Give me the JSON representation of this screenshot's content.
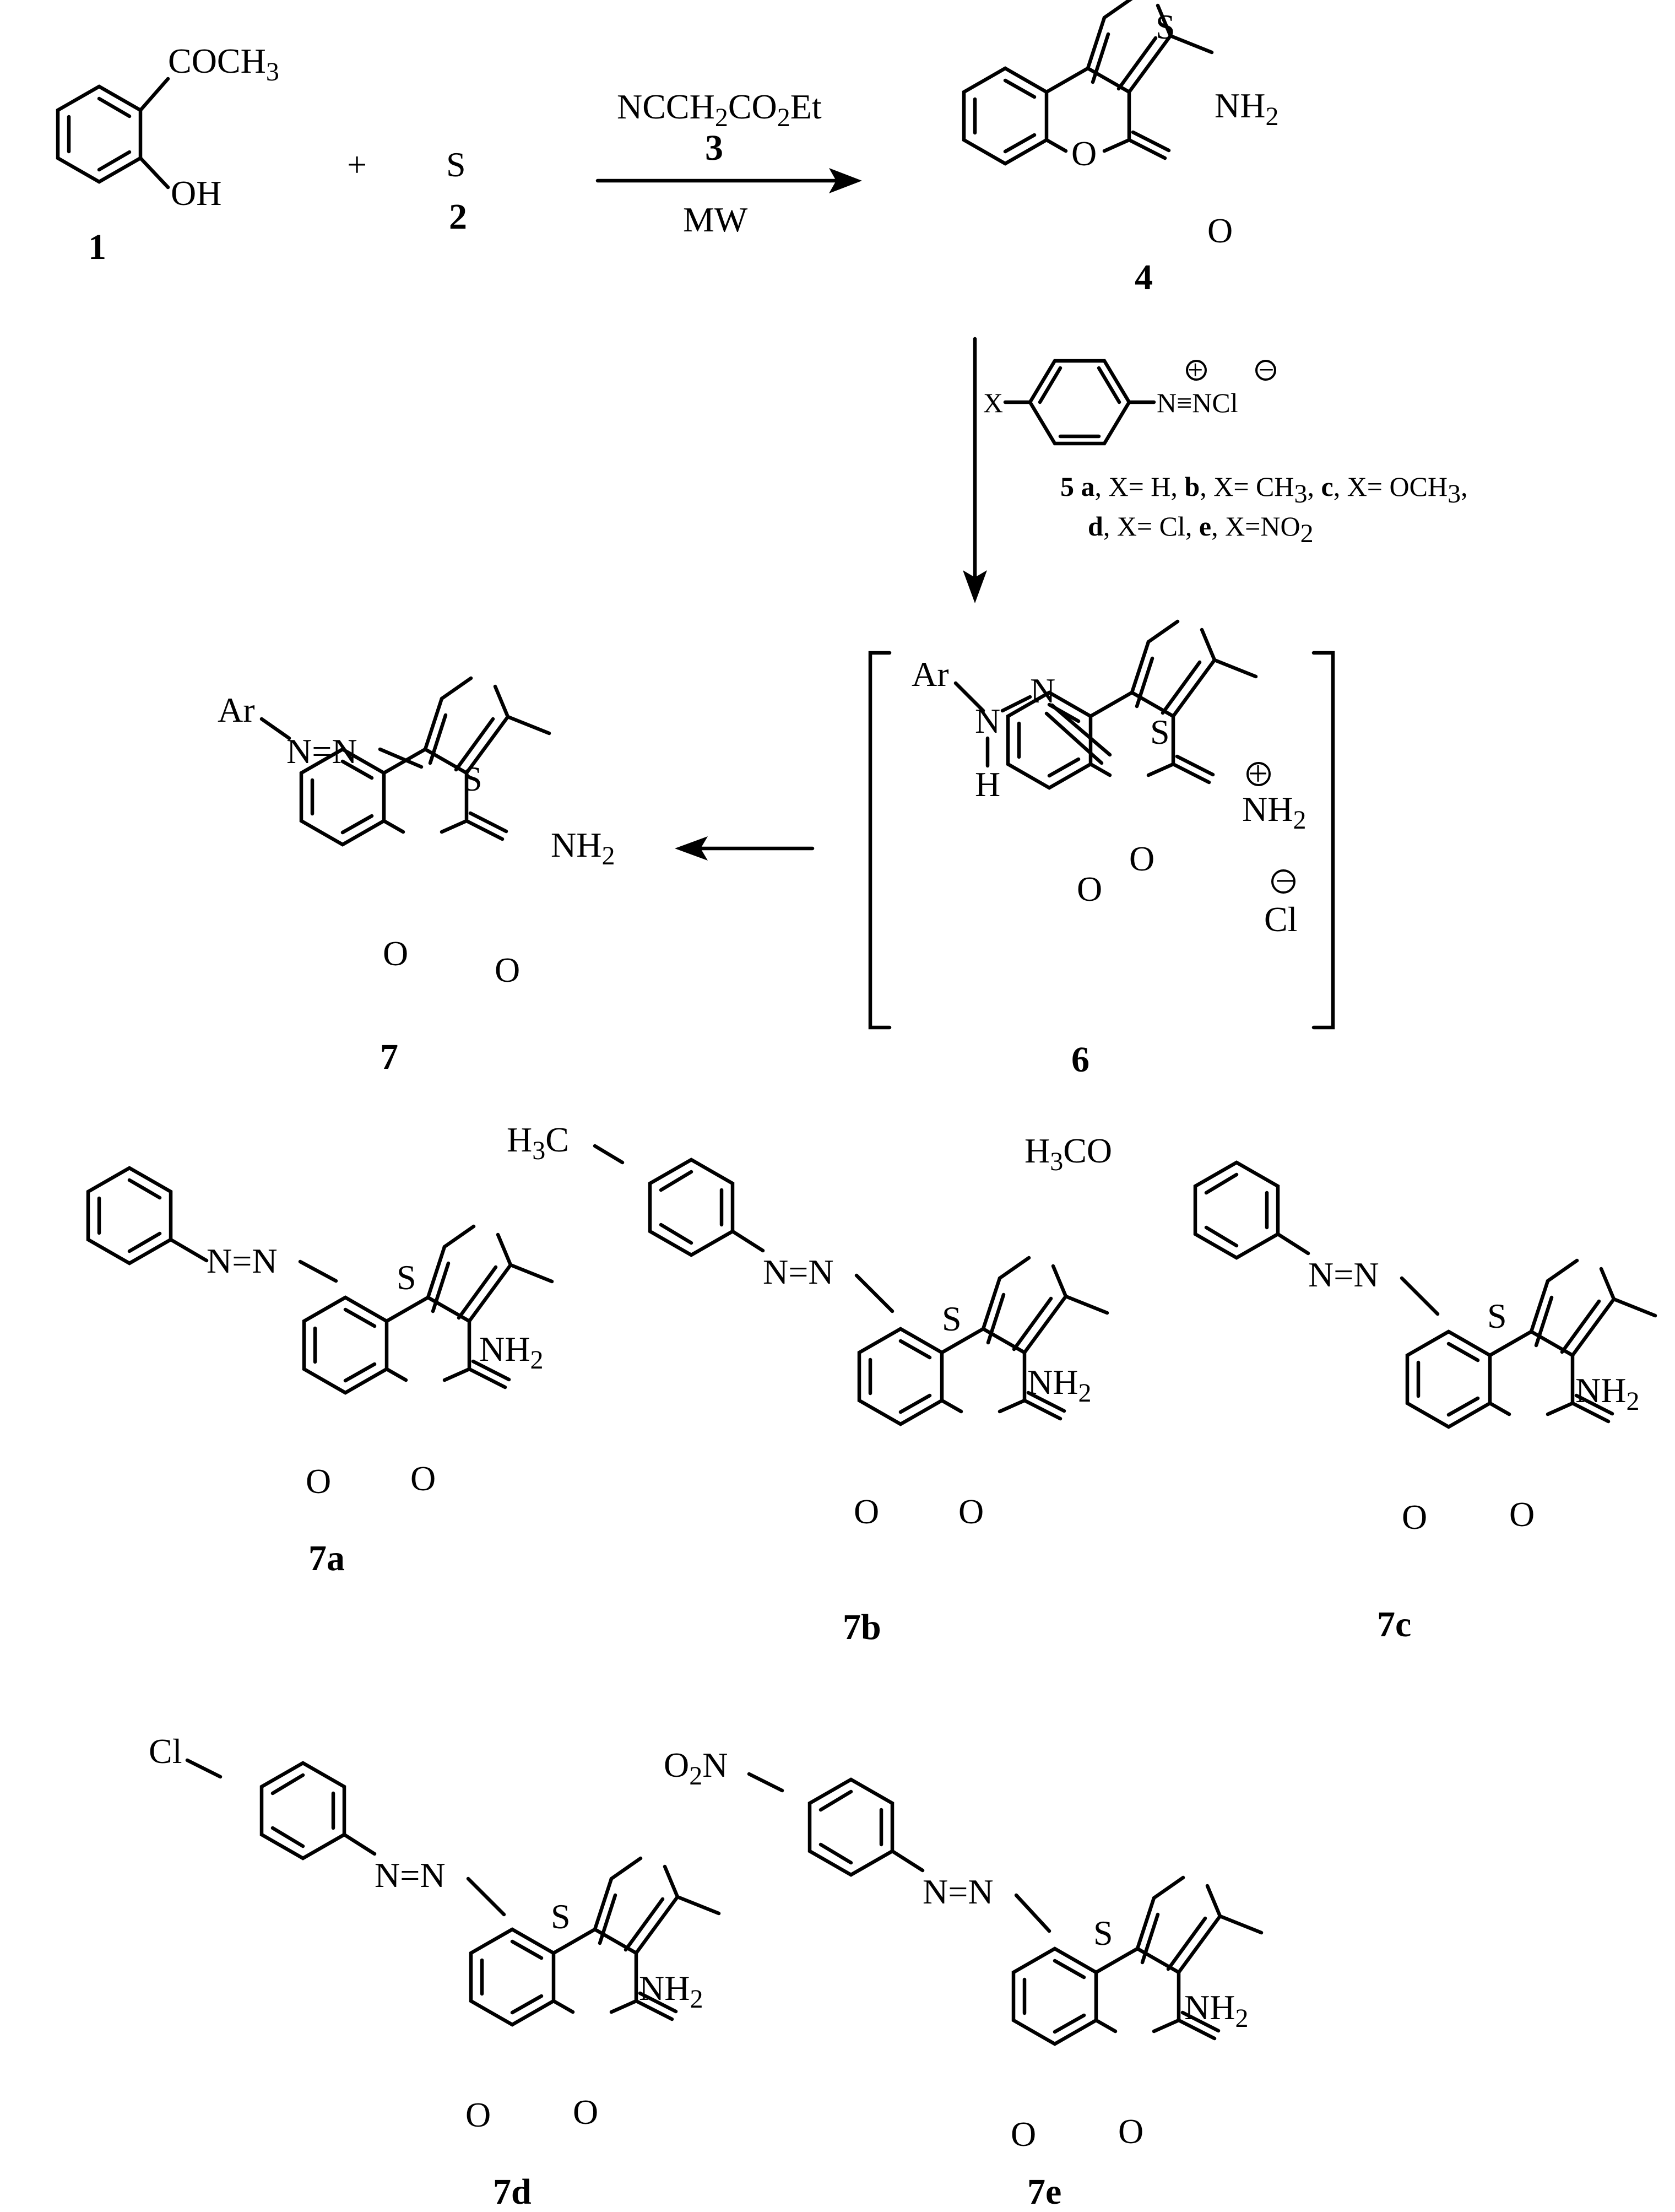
{
  "compounds": {
    "c1": {
      "label": "1",
      "acetyl": "COCH",
      "acetyl_sub": "3",
      "hydroxyl": "OH"
    },
    "c2": {
      "label": "2",
      "symbol": "S"
    },
    "c3": {
      "label": "3",
      "formula_pre": "NCCH",
      "formula_sub1": "2",
      "formula_mid": "CO",
      "formula_sub2": "2",
      "formula_post": "Et"
    },
    "c4": {
      "label": "4"
    },
    "c5": {
      "label": "5",
      "x": "X",
      "diazonium": "N≡NCl",
      "plus": "+",
      "minus": "−",
      "legend_line1_a": "a",
      "legend_line1_b": ", X= H,  ",
      "legend_line1_c": "b",
      "legend_line1_d": ", X= CH",
      "legend_line1_e": "3",
      "legend_line1_f": ", ",
      "legend_line1_g": "c",
      "legend_line1_h": ", X= OCH",
      "legend_line1_i": "3",
      "legend_line1_j": ",",
      "legend_line2_a": "d",
      "legend_line2_b": ", X= Cl, ",
      "legend_line2_c": "e",
      "legend_line2_d": ",  X=NO",
      "legend_line2_e": "2"
    },
    "c6": {
      "label": "6",
      "ar": "Ar",
      "n1": "N",
      "n2": "N",
      "h": "H",
      "imine": "NH",
      "imine_sub": "2",
      "plus": "+",
      "minus": "−",
      "chloride": "Cl"
    },
    "c7": {
      "label": "7",
      "ar": "Ar",
      "azo": "N=N"
    },
    "c7a": {
      "label": "7a"
    },
    "c7b": {
      "label": "7b",
      "sub_pre": "H",
      "sub_sub": "3",
      "sub_post": "C"
    },
    "c7c": {
      "label": "7c",
      "sub_pre": "H",
      "sub_sub": "3",
      "sub_post": "CO"
    },
    "c7d": {
      "label": "7d",
      "sub_pre": "Cl"
    },
    "c7e": {
      "label": "7e",
      "sub_pre": "O",
      "sub_sub": "2",
      "sub_post": "N"
    }
  },
  "atoms": {
    "S": "S",
    "O": "O",
    "NH": "NH",
    "NH_sub": "2",
    "azo": "N=N"
  },
  "reaction": {
    "plus": "+",
    "conditions": "MW"
  }
}
